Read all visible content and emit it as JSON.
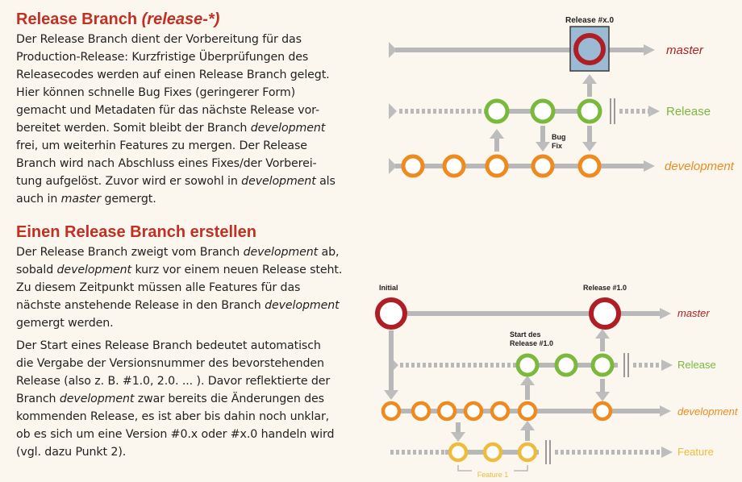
{
  "section1": {
    "title": "Release Branch",
    "title_suffix": "(release-*)",
    "p1": {
      "t1": "Der Release Branch dient der Vorbereitung für das Production-Release: Kurzfristige Überprüfungen des Releasecodes werden auf einen Release Branch gelegt. Hier können schnelle Bug Fixes (geringerer Form) gemacht und Metadaten für das nächste Release vor-bereitet werden. Somit bleibt der Branch ",
      "em1": "development",
      "t2": " frei, um weiterhin Features zu mergen. Der Release Branch wird nach Abschluss eines Fixes/der Vorberei-tung aufgelöst. Zuvor wird er sowohl in ",
      "em2": "development",
      "t3": " als auch in ",
      "em3": "master",
      "t4": " gemergt."
    }
  },
  "section2": {
    "title": "Einen Release Branch erstellen",
    "p1": {
      "t1": "Der Release Branch zweigt vom Branch ",
      "em1": "development",
      "t2": " ab, sobald ",
      "em2": "development",
      "t3": " kurz vor einem neuen Release steht. Zu diesem Zeitpunkt müssen alle Features für das nächste anstehende Release in den Branch ",
      "em3": "development",
      "t4": " gemergt werden."
    },
    "p2": {
      "t1": "Der Start eines Release Branch bedeutet automatisch die Vergabe der Versionsnummer des bevorstehenden Release (also z. B. #1.0, 2.0. ... ). Davor reflektierte der Branch ",
      "em1": "development",
      "t2": " zwar bereits die Änderungen des kommenden Release, es ist aber bis dahin noch unklar, ob es sich um eine Version #0.x oder #x.0 handeln wird (vgl. dazu Punkt 2)."
    }
  },
  "diagram1": {
    "top_label": "Release #x.0",
    "bug_fix_line1": "Bug",
    "bug_fix_line2": "Fix",
    "branch_master": "master",
    "branch_release": "Release",
    "branch_development": "development"
  },
  "diagram2": {
    "initial_label": "Initial",
    "release_label": "Release #1.0",
    "start_line1": "Start des",
    "start_line2": "Release #1.0",
    "feature1_label": "Feature 1",
    "branch_master": "master",
    "branch_release": "Release",
    "branch_development": "development",
    "branch_feature": "Feature"
  },
  "colors": {
    "heading": "#c22f23",
    "master": "#b01e25",
    "release": "#7ab93c",
    "development": "#ee8a1e",
    "feature": "#eebb3c",
    "line": "#b8b8b8"
  }
}
